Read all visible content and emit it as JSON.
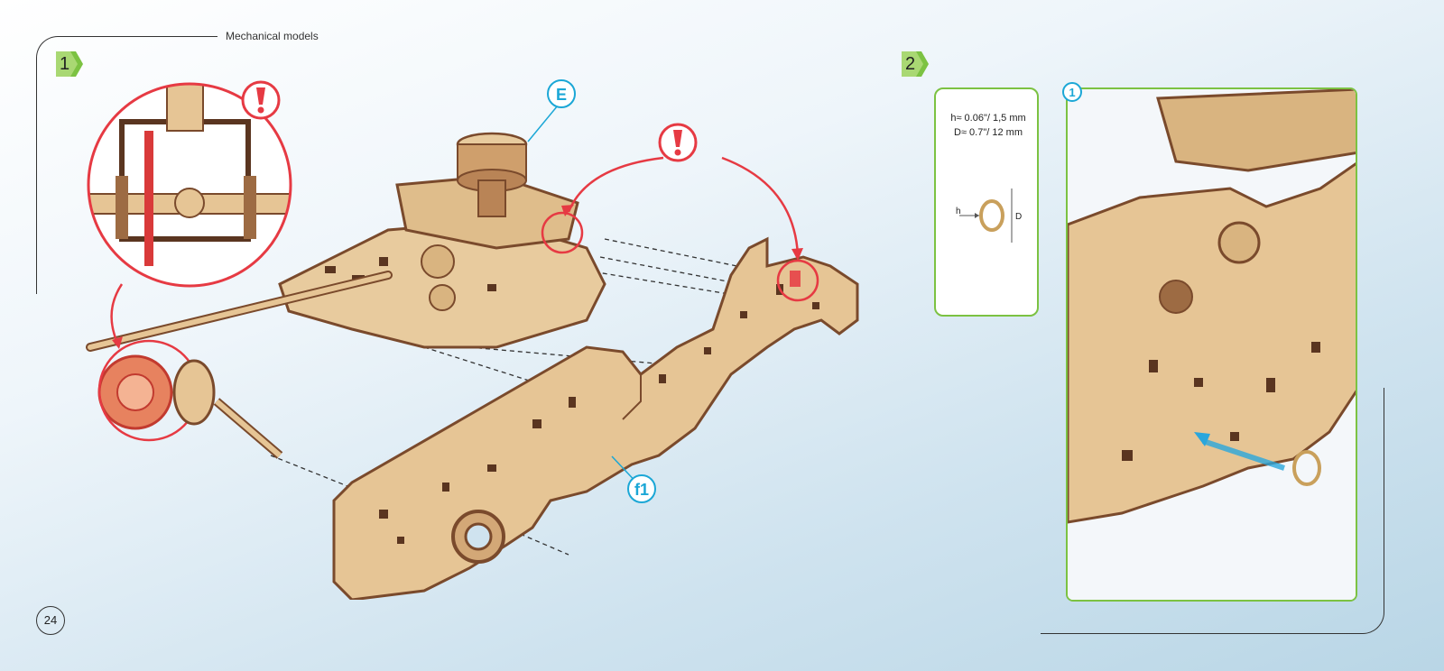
{
  "header": {
    "title": "Mechanical models"
  },
  "steps": {
    "step1": "1",
    "step2": "2"
  },
  "callouts": {
    "e": "E",
    "f1": "f1",
    "detail": "1"
  },
  "spec": {
    "line1": "h≈ 0.06\"/ 1,5 mm",
    "line2": "D≈ 0.7\"/ 12 mm",
    "h_label": "h",
    "d_label": "D"
  },
  "page": {
    "number": "24"
  },
  "colors": {
    "accent_green": "#7cc242",
    "callout_blue": "#1ba7d6",
    "warning_red": "#e63a43",
    "wood": "#e6c595",
    "wood_dark": "#7a4a2c"
  },
  "icons": {
    "warning": "exclamation-icon",
    "ring": "rubber-ring-icon"
  }
}
